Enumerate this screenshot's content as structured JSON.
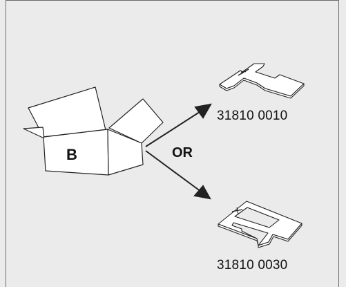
{
  "box": {
    "label": "B"
  },
  "connector": {
    "label": "OR"
  },
  "options": [
    {
      "part_number": "31810 0010",
      "icon": "t-shaped-template-icon"
    },
    {
      "part_number": "31810 0030",
      "icon": "u-shaped-template-icon"
    }
  ],
  "colors": {
    "background": "#ebebeb",
    "line": "#222222",
    "fill": "#ffffff"
  }
}
